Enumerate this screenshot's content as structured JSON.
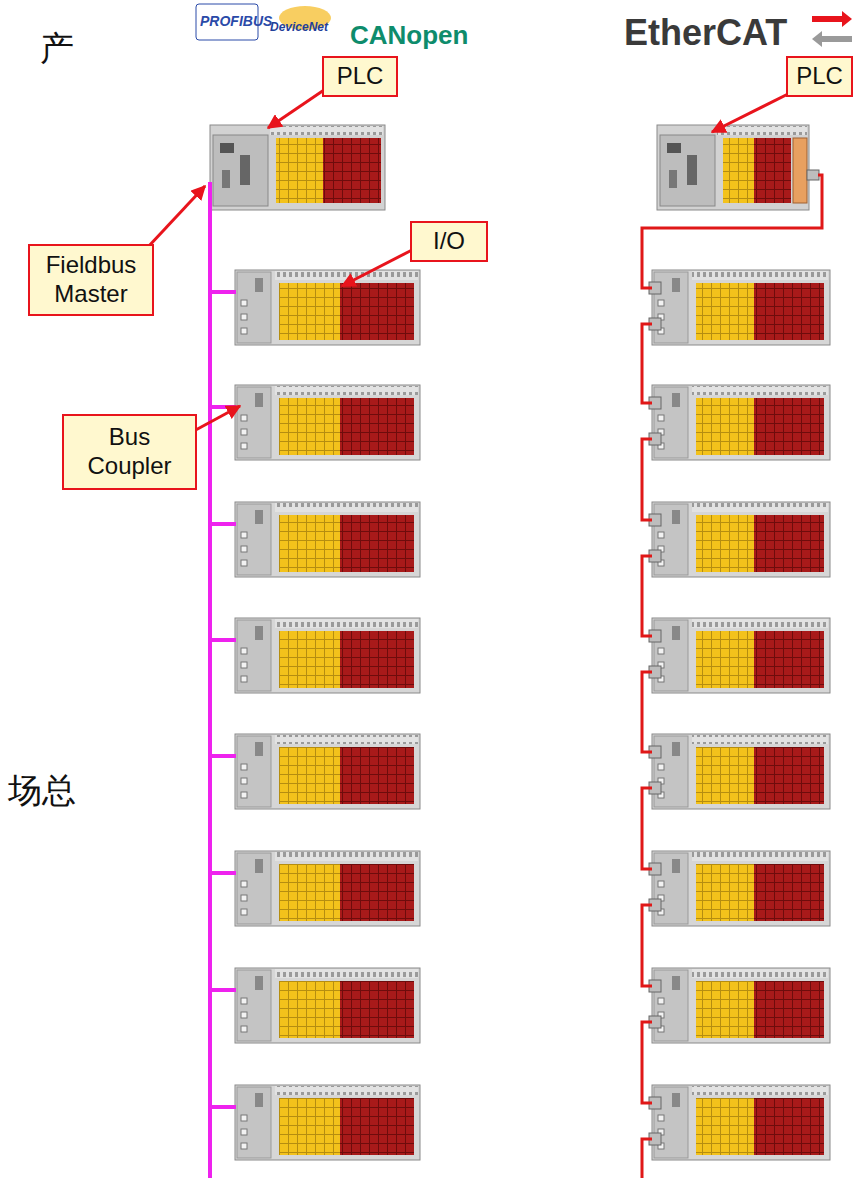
{
  "diagram": {
    "nodes": [
      {
        "text": [
          "PLC"
        ]
      },
      {
        "text": [
          "Fieldbus Master"
        ]
      },
      {
        "text": [
          "I/O"
        ]
      },
      {
        "text": [
          "Bus Coupler"
        ]
      },
      {
        "text": [
          "PLC"
        ]
      }
    ],
    "labels": [
      "PROFIBUS",
      "DeviceNet",
      "CANopen",
      "EtherCAT",
      "产",
      "场总"
    ]
  }
}
